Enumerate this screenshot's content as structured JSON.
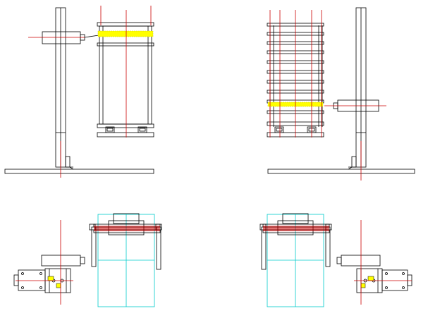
{
  "drawing": {
    "views": [
      {
        "id": "elevation-left"
      },
      {
        "id": "elevation-right"
      },
      {
        "id": "plan-left"
      },
      {
        "id": "plan-right"
      }
    ],
    "colors": {
      "outline": "#000000",
      "centerline": "#cc0000",
      "highlight": "#ffff00",
      "grid": "#00cccc",
      "red_fill": "#cc0000"
    }
  }
}
